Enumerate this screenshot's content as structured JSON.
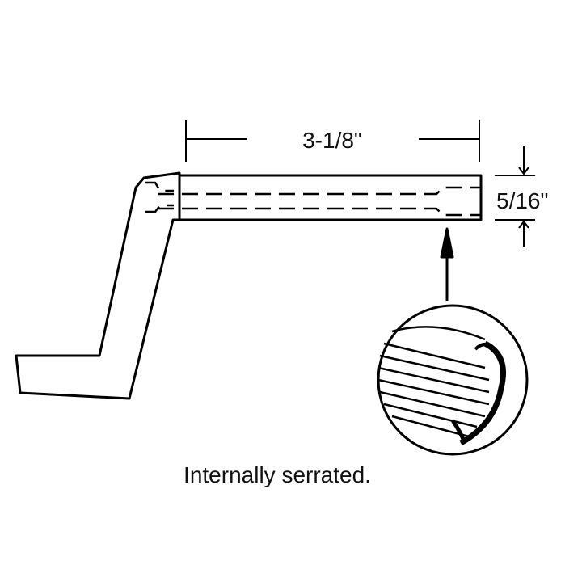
{
  "dimensions": {
    "length": "3-1/8\"",
    "diameter": "5/16\""
  },
  "caption": "Internally serrated."
}
